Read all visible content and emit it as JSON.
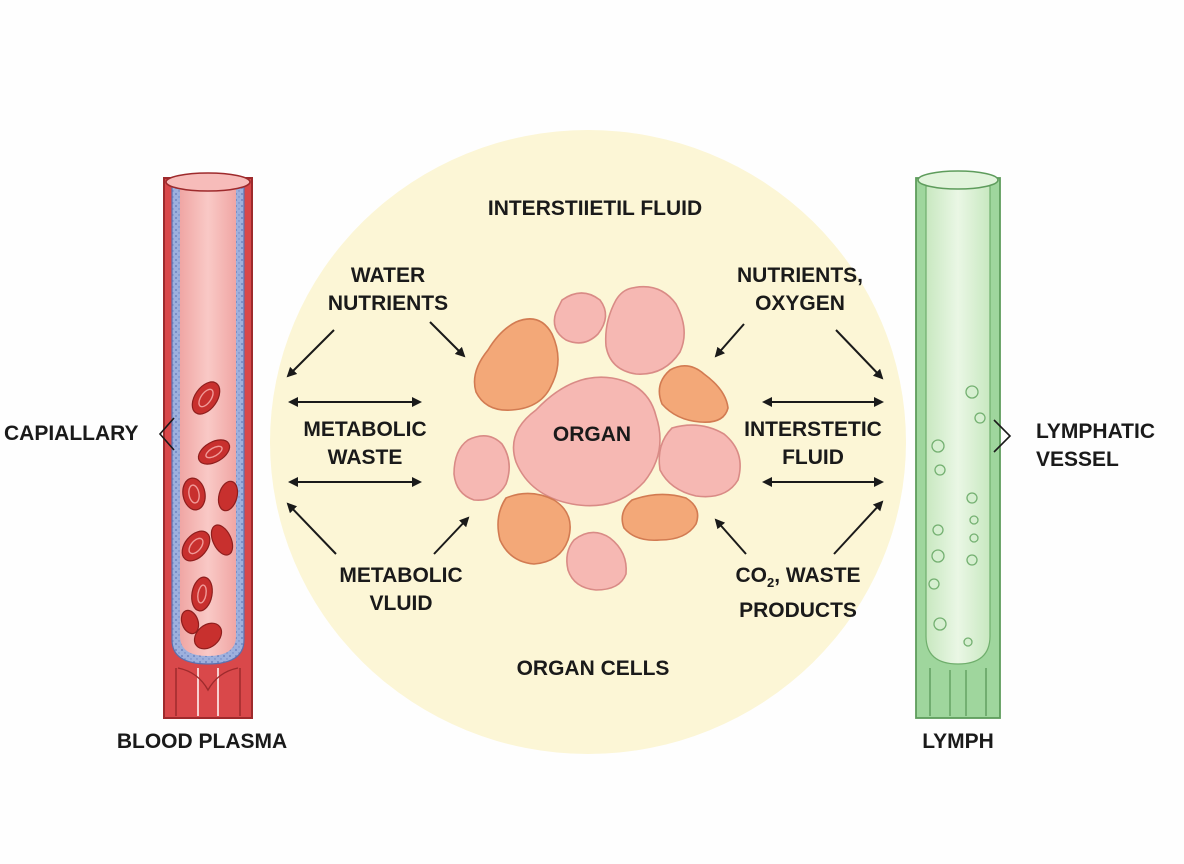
{
  "labels": {
    "interstitial_title": "INTERSTIIETIL FLUID",
    "water_nutrients": [
      "WATER",
      "NUTRIENTS"
    ],
    "nutrients_oxygen": [
      "NUTRIENTS,",
      "OXYGEN"
    ],
    "metabolic_waste": [
      "METABOLIC",
      "WASTE"
    ],
    "interstetic_fluid": [
      "INTERSTETIC",
      "FLUID"
    ],
    "metabolic_vluid": [
      "METABOLIC",
      "VLUID"
    ],
    "co2_waste_line1_prefix": "CO",
    "co2_subscript": "2",
    "co2_waste_line1_suffix": ", WASTE",
    "co2_waste_line2": "PRODUCTS",
    "organ": "ORGAN",
    "organ_cells": "ORGAN CELLS",
    "capillary": "CAPIALLARY",
    "lymphatic_vessel": [
      "LYMPHATIC",
      "VESSEL"
    ],
    "blood_plasma": "BLOOD PLASMA",
    "lymph": "LYMPH"
  },
  "colors": {
    "interstitial_bg": "#fcf6d6",
    "capillary_wall": "#d9484a",
    "capillary_lumen": "#f2a9a8",
    "basement_membrane": "#8fa6d8",
    "red_blood_cell": "#c8302e",
    "lymph_wall": "#8fcf8e",
    "lymph_lumen": "#d8f0d2",
    "cell_pink": "#f6b8b3",
    "cell_orange": "#f3a878",
    "arrow": "#1a1a1a"
  },
  "icons": [
    "double-headed-arrow-icon",
    "diagonal-arrow-icon",
    "red-blood-cell-icon",
    "bracket-pointer-icon"
  ]
}
